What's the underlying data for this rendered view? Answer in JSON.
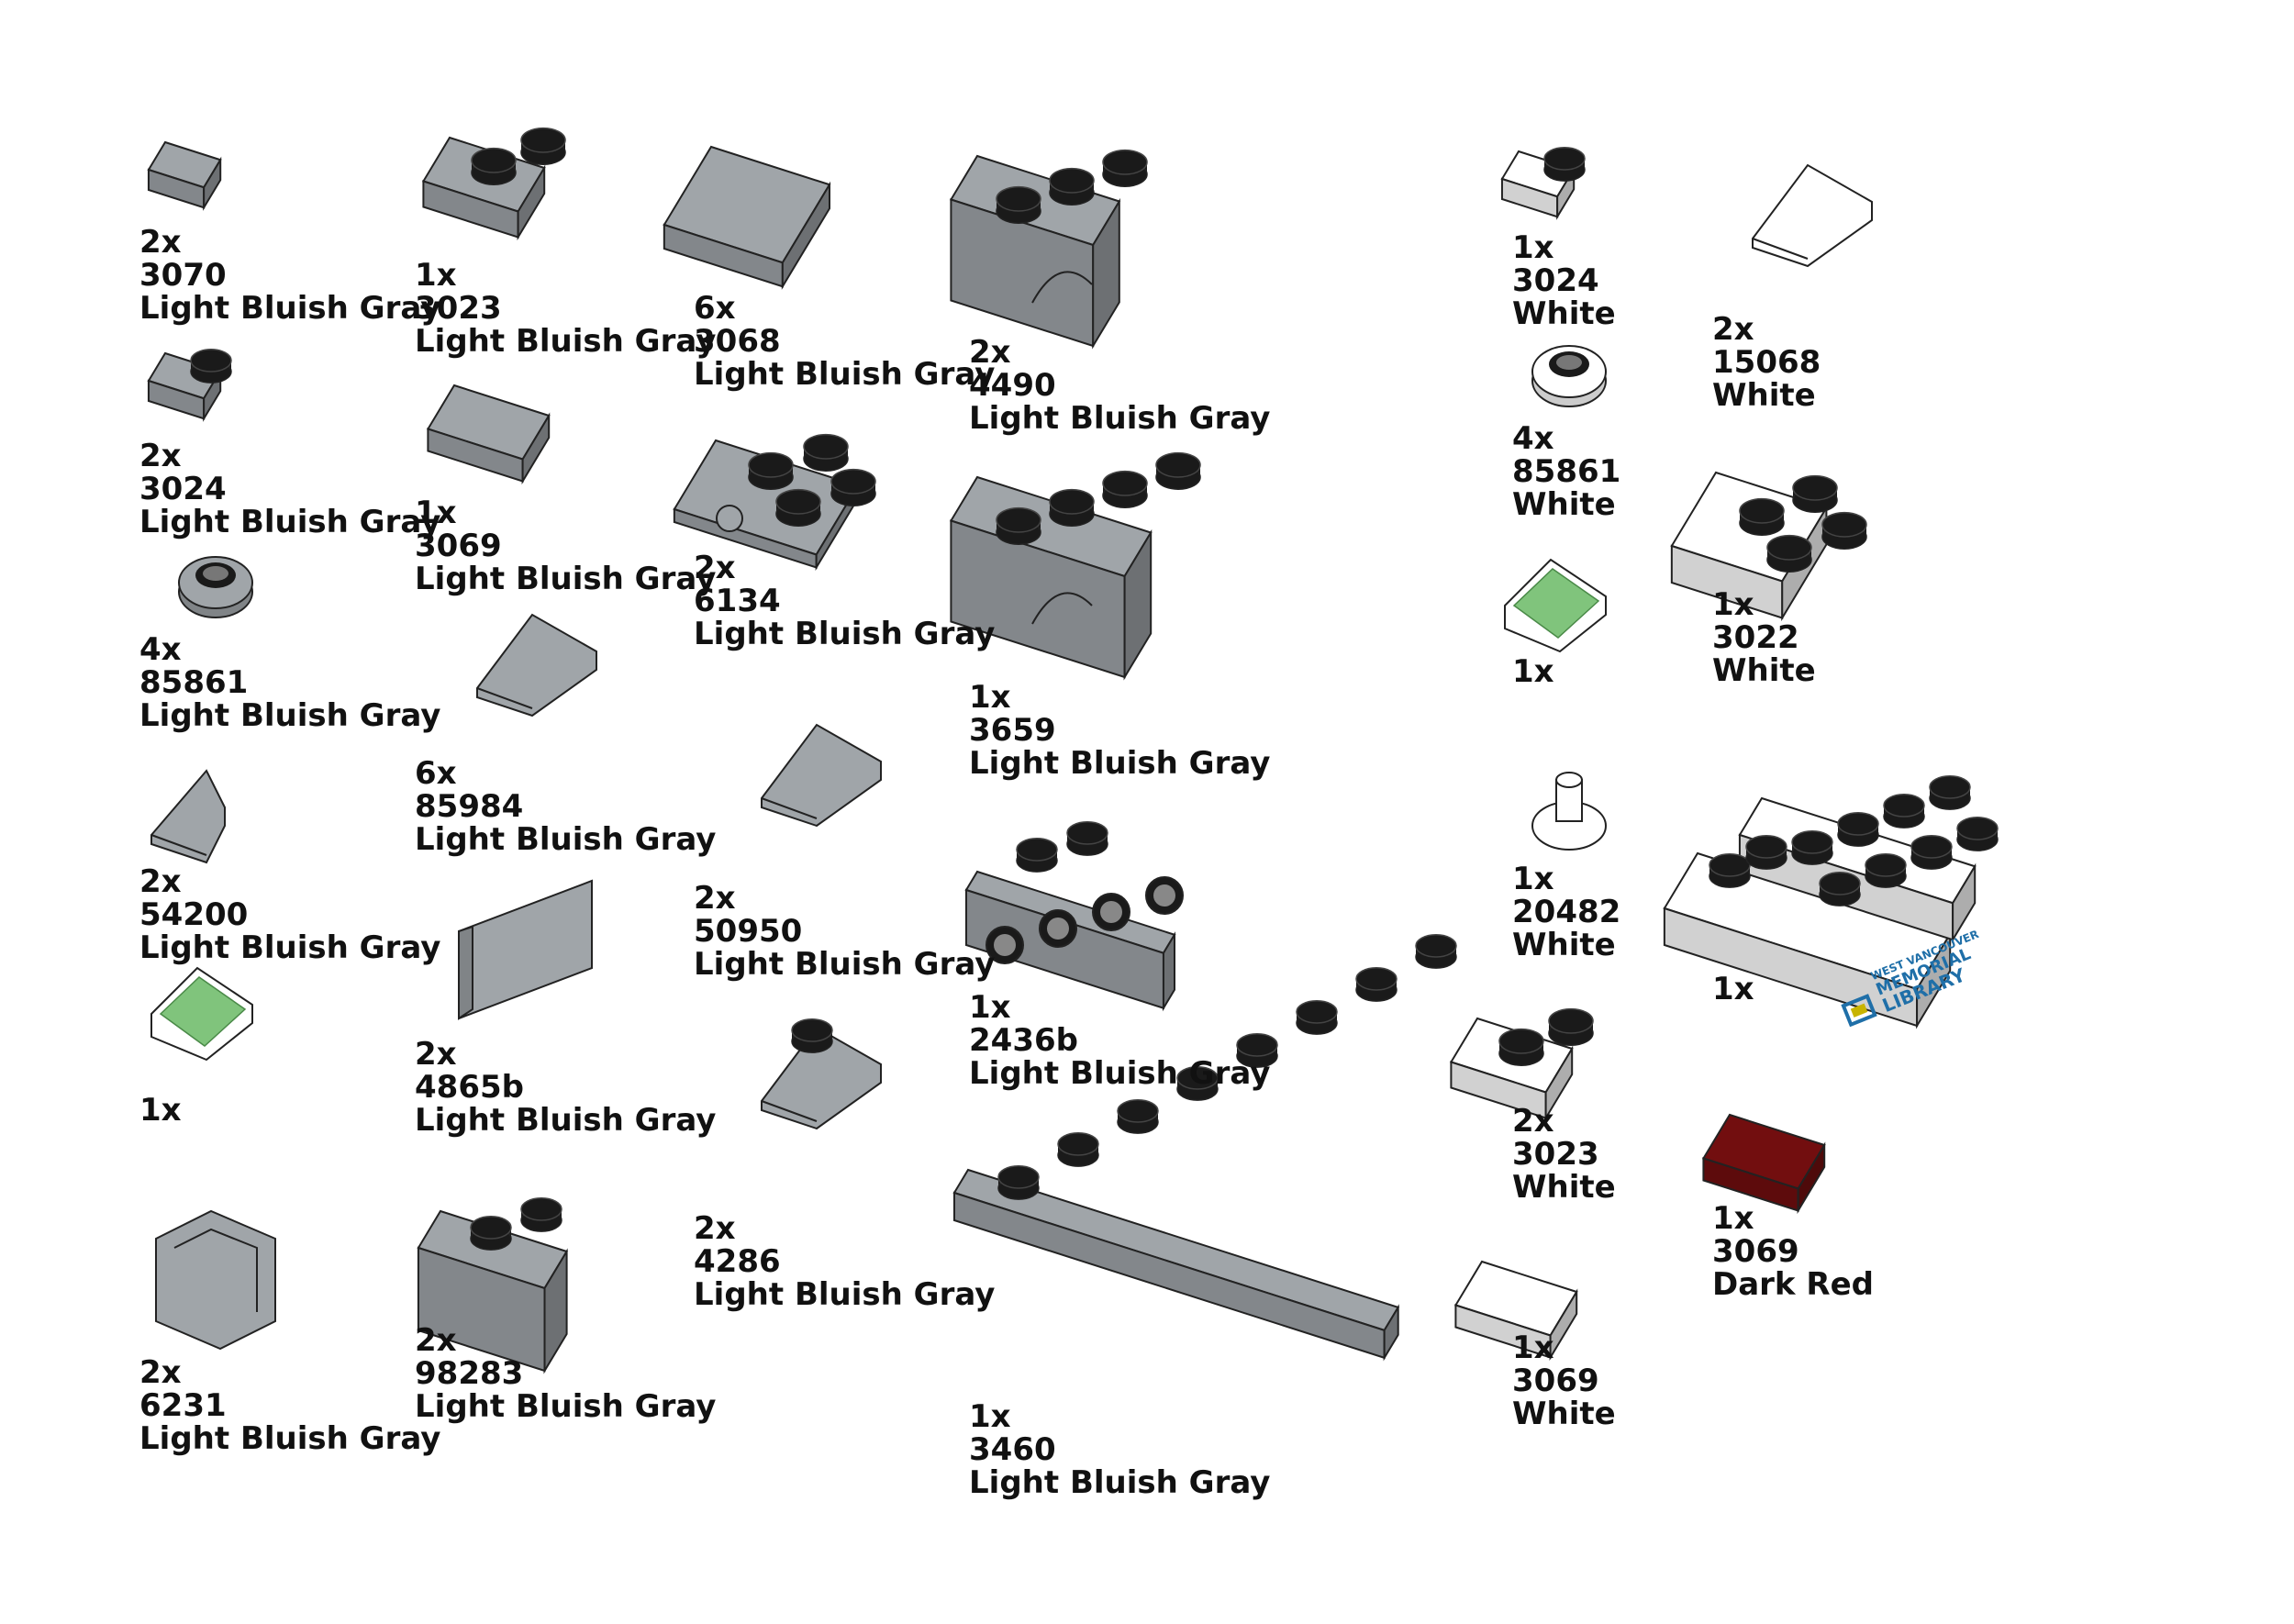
{
  "page": {
    "title": ""
  },
  "colors": {
    "light_bluish_gray": "#a0a5a9",
    "white": "#ffffff",
    "dark_red": "#720e0f",
    "trans_green_print": "#80c47c",
    "outline": "#222222",
    "stud_dark": "#1a1a1a"
  },
  "parts": [
    {
      "qty": "2x",
      "id": "3070",
      "color": "Light Bluish Gray",
      "shape": "tile-1x1"
    },
    {
      "qty": "1x",
      "id": "3023",
      "color": "Light Bluish Gray",
      "shape": "plate-1x2"
    },
    {
      "qty": "6x",
      "id": "3068",
      "color": "Light Bluish Gray",
      "shape": "tile-2x2"
    },
    {
      "qty": "2x",
      "id": "4490",
      "color": "Light Bluish Gray",
      "shape": "arch-1x3"
    },
    {
      "qty": "2x",
      "id": "3024",
      "color": "Light Bluish Gray",
      "shape": "plate-1x1"
    },
    {
      "qty": "1x",
      "id": "3069",
      "color": "Light Bluish Gray",
      "shape": "tile-1x2"
    },
    {
      "qty": "2x",
      "id": "6134",
      "color": "Light Bluish Gray",
      "shape": "hinge-plate-2x2"
    },
    {
      "qty": "1x",
      "id": "3659",
      "color": "Light Bluish Gray",
      "shape": "arch-1x4"
    },
    {
      "qty": "4x",
      "id": "85861",
      "color": "Light Bluish Gray",
      "shape": "round-plate-1x1"
    },
    {
      "qty": "6x",
      "id": "85984",
      "color": "Light Bluish Gray",
      "shape": "slope-1x2"
    },
    {
      "qty": "2x",
      "id": "50950",
      "color": "Light Bluish Gray",
      "shape": "curved-slope-1x3"
    },
    {
      "qty": "1x",
      "id": "2436b",
      "color": "Light Bluish Gray",
      "shape": "bracket-1x2-1x4"
    },
    {
      "qty": "2x",
      "id": "54200",
      "color": "Light Bluish Gray",
      "shape": "cheese-slope"
    },
    {
      "qty": "1x",
      "id": "",
      "color": "",
      "shape": "printed-slope-green"
    },
    {
      "qty": "2x",
      "id": "4865b",
      "color": "Light Bluish Gray",
      "shape": "panel-1x2"
    },
    {
      "qty": "2x",
      "id": "4286",
      "color": "Light Bluish Gray",
      "shape": "slope-33-1x3"
    },
    {
      "qty": "2x",
      "id": "6231",
      "color": "Light Bluish Gray",
      "shape": "corner-panel"
    },
    {
      "qty": "2x",
      "id": "98283",
      "color": "Light Bluish Gray",
      "shape": "masonry-brick-1x2"
    },
    {
      "qty": "1x",
      "id": "3460",
      "color": "Light Bluish Gray",
      "shape": "plate-1x8"
    },
    {
      "qty": "1x",
      "id": "3024",
      "color": "White",
      "shape": "plate-1x1"
    },
    {
      "qty": "2x",
      "id": "15068",
      "color": "White",
      "shape": "curved-slope-2x2"
    },
    {
      "qty": "4x",
      "id": "85861",
      "color": "White",
      "shape": "round-plate-1x1"
    },
    {
      "qty": "1x",
      "id": "3022",
      "color": "White",
      "shape": "plate-2x2"
    },
    {
      "qty": "1x",
      "id": "",
      "color": "",
      "shape": "printed-slope-green"
    },
    {
      "qty": "1x",
      "id": "20482",
      "color": "White",
      "shape": "round-tile-with-bar"
    },
    {
      "qty": "1x",
      "id": "",
      "color": "",
      "shape": "library-sign-assembly"
    },
    {
      "qty": "2x",
      "id": "3023",
      "color": "White",
      "shape": "plate-1x2"
    },
    {
      "qty": "1x",
      "id": "3069",
      "color": "Dark Red",
      "shape": "tile-1x2"
    },
    {
      "qty": "1x",
      "id": "3069",
      "color": "White",
      "shape": "tile-1x2"
    }
  ],
  "library_sign": {
    "line1": "WEST VANCOUVER",
    "line2": "MEMORIAL",
    "line3": "LIBRARY",
    "text_color": "#1f6fa8",
    "logo_colors": [
      "#1f6fa8",
      "#c8b400"
    ]
  }
}
